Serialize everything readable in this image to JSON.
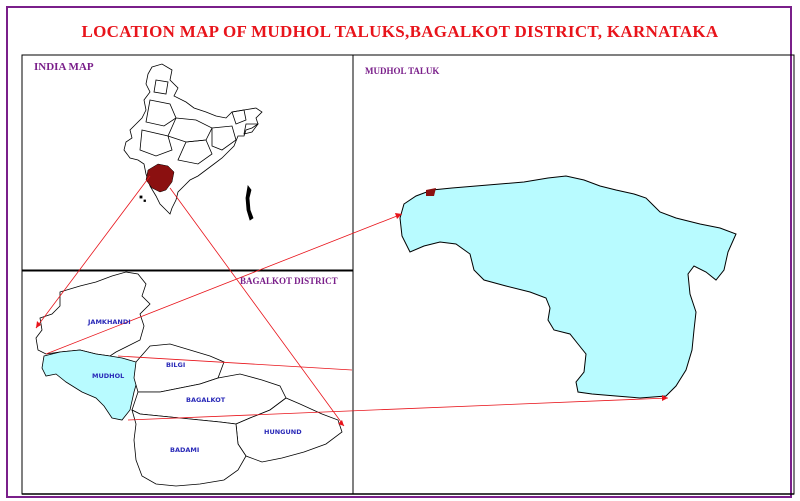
{
  "title": "LOCATION MAP OF MUDHOL TALUKS,BAGALKOT  DISTRICT, KARNATAKA",
  "panels": {
    "india": "INDIA MAP",
    "taluk": "MUDHOL TALUK",
    "district": "BAGALKOT DISTRICT"
  },
  "taluks": {
    "jamkhandi": "JAMKHANDI",
    "mudhol": "MUDHOL",
    "bilgi": "BILGI",
    "bagalkot": "BAGALKOT",
    "badami": "BADAMI",
    "hungund": "HUNGUND"
  },
  "colors": {
    "title": "#e8141b",
    "frame": "#7a1f8a",
    "highlight": "#b8fbff",
    "karnataka": "#8b1010",
    "connector": "#e8141b",
    "place_label": "#2a2ab8"
  }
}
